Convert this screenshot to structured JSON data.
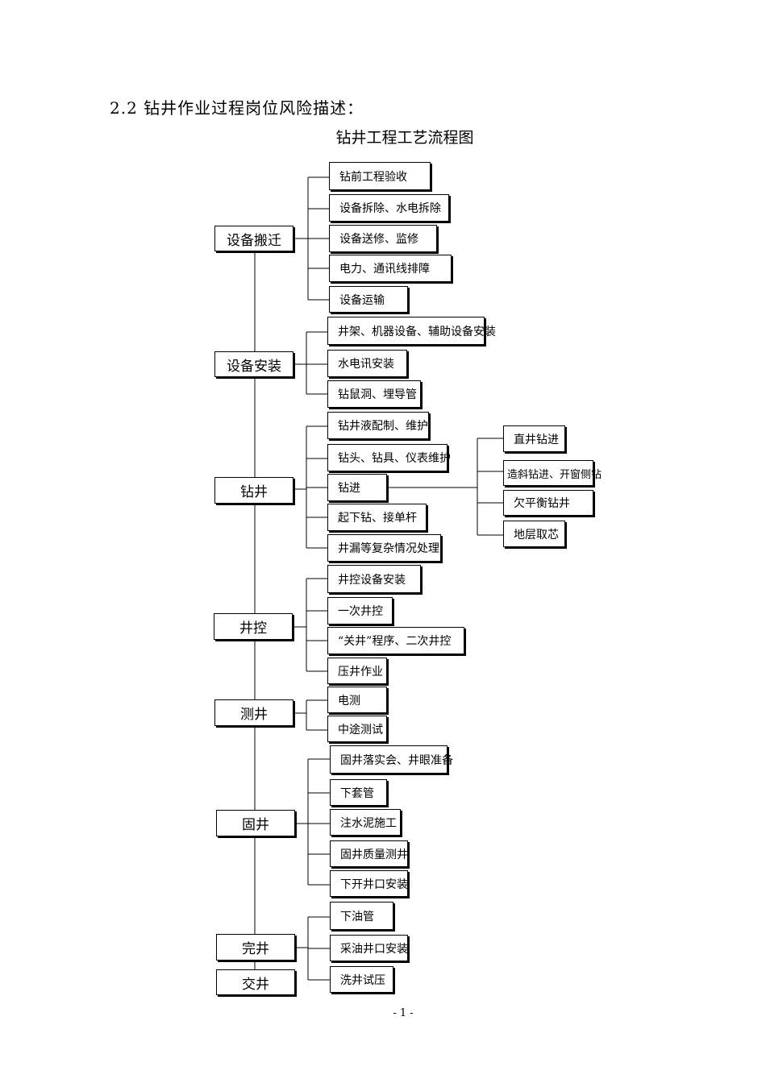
{
  "heading": "2.2 钻井作业过程岗位风险描述：",
  "chart_title": "钻井工程工艺流程图",
  "stages": {
    "equipment_relocation": {
      "label": "设备搬迁",
      "items": [
        "钻前工程验收",
        "设备拆除、水电拆除",
        "设备送修、监修",
        "电力、通讯线排障",
        "设备运输"
      ]
    },
    "equipment_installation": {
      "label": "设备安装",
      "items": [
        "井架、机器设备、辅助设备安装",
        "水电讯安装",
        "钻鼠洞、埋导管"
      ]
    },
    "drilling": {
      "label": "钻井",
      "items": [
        "钻井液配制、维护",
        "钻头、钻具、仪表维护",
        "钻进",
        "起下钻、接单杆",
        "井漏等复杂情况处理"
      ],
      "drilling_subitems": [
        "直井钻进",
        "造斜钻进、开窗侧钻",
        "欠平衡钻井",
        "地层取芯"
      ]
    },
    "well_control": {
      "label": "井控",
      "items": [
        "井控设备安装",
        "一次井控",
        "“关井”程序、二次井控",
        "压井作业"
      ]
    },
    "logging": {
      "label": "测井",
      "items": [
        "电测",
        "中途测试"
      ]
    },
    "cementing": {
      "label": "固井",
      "items": [
        "固井落实会、井眼准备",
        "下套管",
        "注水泥施工",
        "固井质量测井",
        "下开井口安装"
      ]
    },
    "completion": {
      "label": "完井",
      "items": [
        "下油管",
        "采油井口安装",
        "洗井试压"
      ]
    },
    "handover": {
      "label": "交井"
    }
  },
  "page_number": "- 1 -"
}
